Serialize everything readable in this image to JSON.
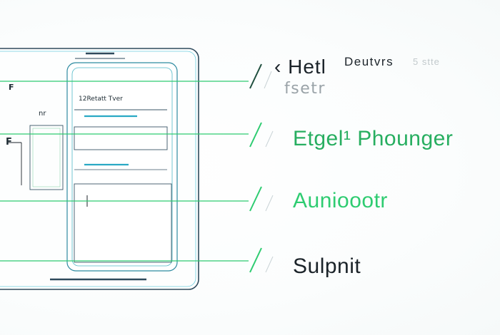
{
  "device_labels": {
    "header": "12Retatt Tver",
    "mark_top": "F",
    "mark_mid": "F",
    "mark_small": "nr",
    "mark_cursor": "[]"
  },
  "callouts": [
    {
      "id": "heading",
      "text_a": "‹ Hetl",
      "text_b": "Deutvrs",
      "text_c": "5 stte",
      "text_d": "fsetr"
    },
    {
      "id": "input",
      "text": "Etgel¹ Phounger"
    },
    {
      "id": "action",
      "text": "Aunioootr"
    },
    {
      "id": "submit",
      "text": "Sulpnit"
    }
  ],
  "colors": {
    "frame": "#2c3e50",
    "accent_green": "#2ecc71",
    "accent_teal": "#2aa9c4",
    "text_dark": "#1b2329",
    "text_gray": "#9aa3a8"
  }
}
